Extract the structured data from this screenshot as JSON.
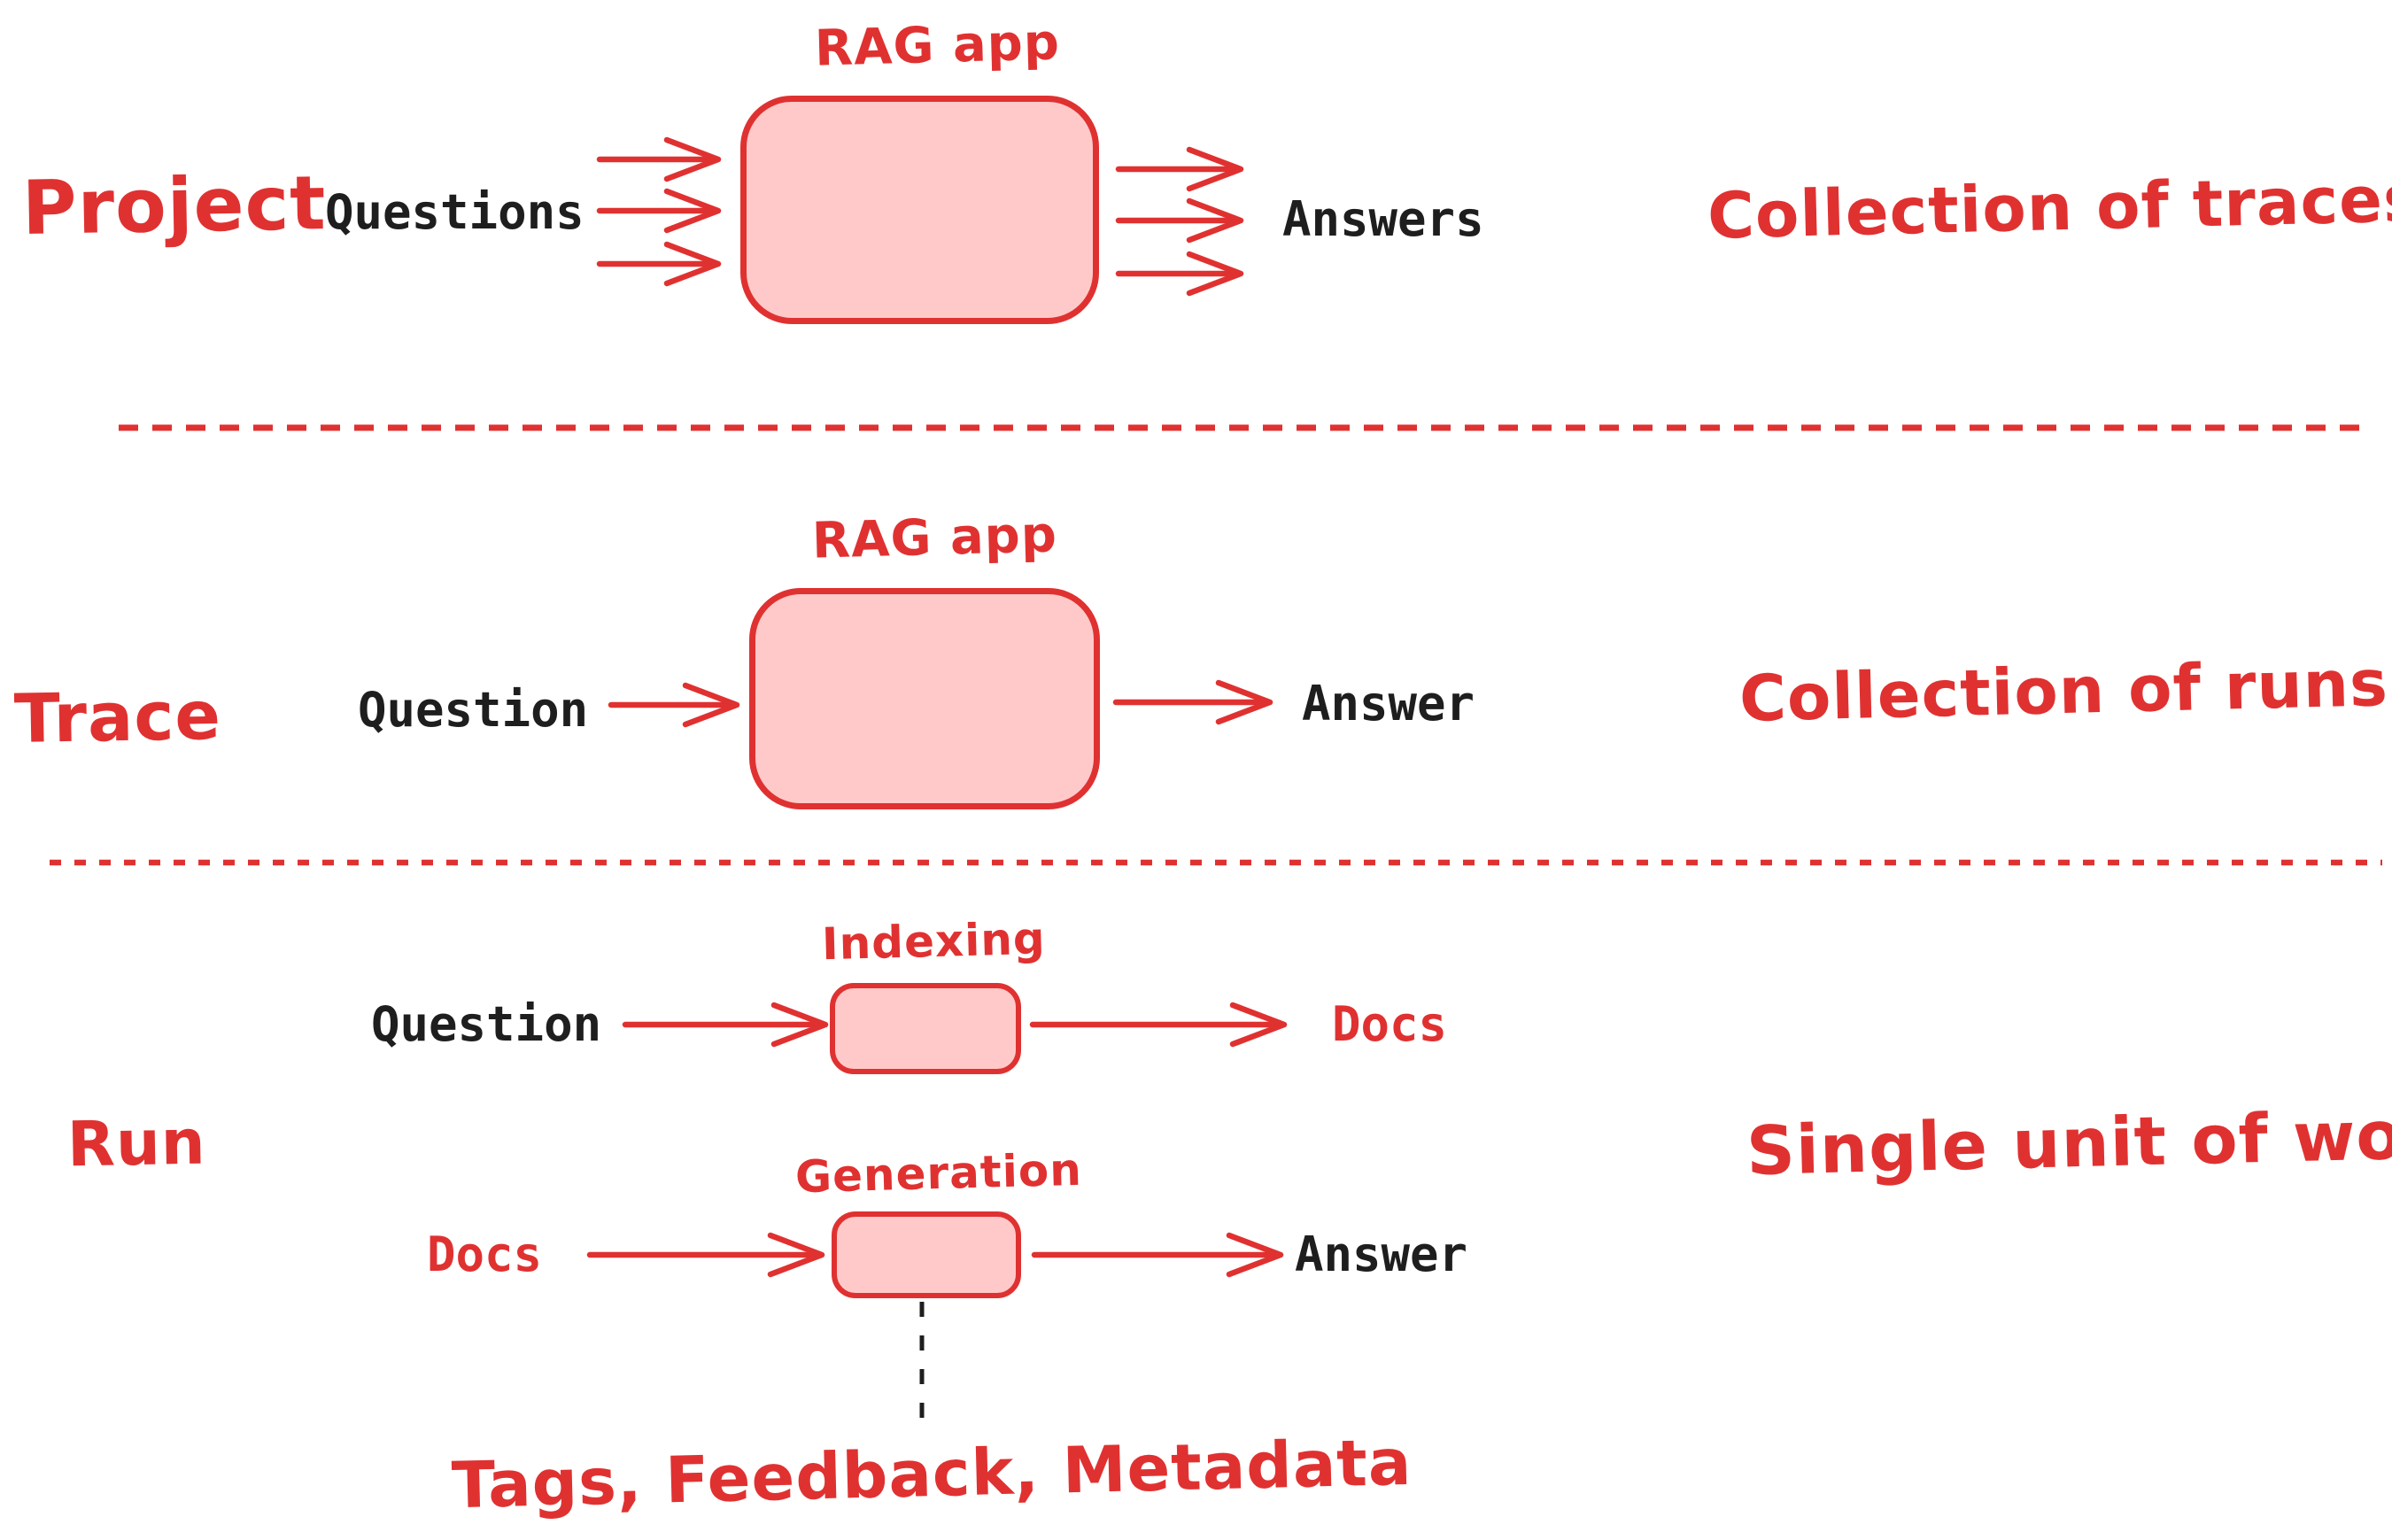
{
  "colors": {
    "ink_red": "#e03131",
    "ink_black": "#1e1e1e",
    "box_fill": "#ffc9c9",
    "background": "#ffffff"
  },
  "rows": {
    "project": {
      "label": "Project",
      "input": "Questions",
      "box_title": "RAG app",
      "output": "Answers",
      "note": "Collection of traces"
    },
    "trace": {
      "label": "Trace",
      "input": "Question",
      "box_title": "RAG app",
      "output": "Answer",
      "note": "Collection of runs"
    },
    "run": {
      "label": "Run",
      "note": "Single unit of work",
      "indexing": {
        "box_title": "Indexing",
        "input": "Question",
        "output": "Docs"
      },
      "generation": {
        "box_title": "Generation",
        "input": "Docs",
        "output": "Answer"
      },
      "annotation": "Tags, Feedback, Metadata"
    }
  }
}
